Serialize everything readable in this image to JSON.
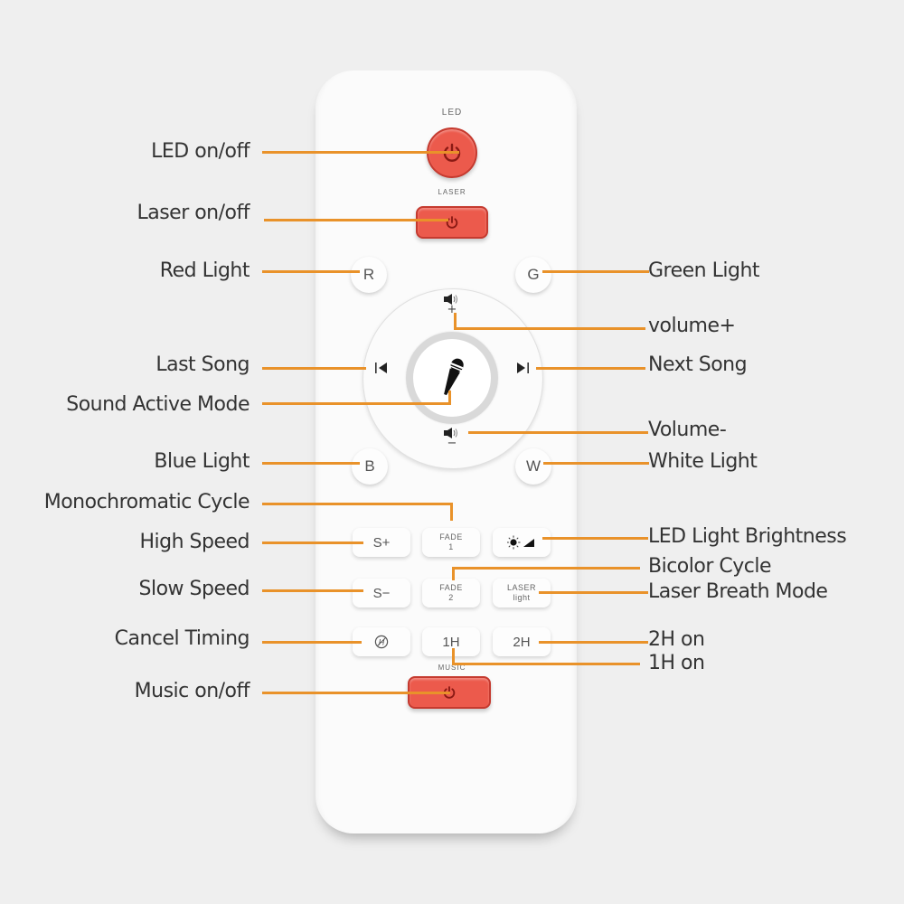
{
  "colors": {
    "background": "#efefef",
    "remote_body": "#fbfbfb",
    "power_button": "#ec5a4c",
    "callout_line": "#e9922a",
    "label_text": "#333333"
  },
  "remote": {
    "led_label": "LED",
    "laser_label": "LASER",
    "music_label": "MUSIC",
    "buttons": {
      "r": "R",
      "g": "G",
      "b": "B",
      "w": "W",
      "s_plus": "S+",
      "s_minus": "S−",
      "fade1_top": "FADE",
      "fade1_bottom": "1",
      "fade2_top": "FADE",
      "fade2_bottom": "2",
      "laser_light_top": "LASER",
      "laser_light_bottom": "light",
      "one_h": "1H",
      "two_h": "2H",
      "vol_plus_sign": "+",
      "vol_minus_sign": "−"
    },
    "icons": {
      "led_power": "power-icon",
      "laser_power": "power-icon",
      "music_power": "power-icon",
      "prev": "skip-back-icon",
      "next": "skip-forward-icon",
      "mic": "microphone-icon",
      "volume_up": "speaker-icon",
      "volume_down": "speaker-icon",
      "brightness": "sun-brightness-icon",
      "cancel_timer": "timer-cancel-icon"
    }
  },
  "callouts": {
    "left": [
      {
        "id": "led",
        "text": "LED on/off"
      },
      {
        "id": "laser",
        "text": "Laser on/off"
      },
      {
        "id": "red",
        "text": "Red Light"
      },
      {
        "id": "last",
        "text": "Last Song"
      },
      {
        "id": "sound",
        "text": "Sound Active Mode"
      },
      {
        "id": "blue",
        "text": "Blue Light"
      },
      {
        "id": "mono",
        "text": "Monochromatic Cycle"
      },
      {
        "id": "high",
        "text": "High Speed"
      },
      {
        "id": "slow",
        "text": "Slow Speed"
      },
      {
        "id": "cancel",
        "text": "Cancel Timing"
      },
      {
        "id": "music",
        "text": "Music on/off"
      }
    ],
    "right": [
      {
        "id": "green",
        "text": "Green Light"
      },
      {
        "id": "volup",
        "text": "volume+"
      },
      {
        "id": "next",
        "text": "Next Song"
      },
      {
        "id": "voldown",
        "text": "Volume-"
      },
      {
        "id": "white",
        "text": "White Light"
      },
      {
        "id": "bright",
        "text": "LED Light Brightness"
      },
      {
        "id": "bicolor",
        "text": "Bicolor Cycle"
      },
      {
        "id": "breath",
        "text": "Laser Breath Mode"
      },
      {
        "id": "2h",
        "text": "2H on"
      },
      {
        "id": "1h",
        "text": "1H on"
      }
    ]
  }
}
